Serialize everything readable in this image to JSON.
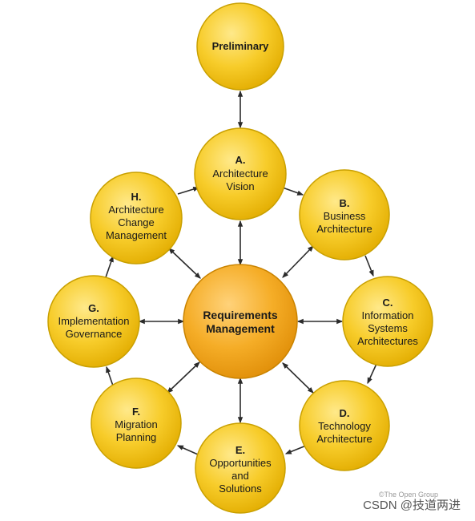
{
  "nodes": {
    "preliminary": {
      "title": "Preliminary"
    },
    "a": {
      "letter": "A.",
      "line1": "Architecture",
      "line2": "Vision"
    },
    "b": {
      "letter": "B.",
      "line1": "Business",
      "line2": "Architecture"
    },
    "c": {
      "letter": "C.",
      "line1": "Information",
      "line2": "Systems",
      "line3": "Architectures"
    },
    "d": {
      "letter": "D.",
      "line1": "Technology",
      "line2": "Architecture"
    },
    "e": {
      "letter": "E.",
      "line1": "Opportunities",
      "line2": "and",
      "line3": "Solutions"
    },
    "f": {
      "letter": "F.",
      "line1": "Migration",
      "line2": "Planning"
    },
    "g": {
      "letter": "G.",
      "line1": "Implementation",
      "line2": "Governance"
    },
    "h": {
      "letter": "H.",
      "line1": "Architecture",
      "line2": "Change",
      "line3": "Management"
    },
    "center": {
      "line1": "Requirements",
      "line2": "Management"
    }
  },
  "colors": {
    "node_fill": "#f7c928",
    "node_stroke": "#c9a000",
    "center_fill": "#f2a81c",
    "arrow": "#2b2b2b"
  },
  "watermark": {
    "main": "CSDN @技道两进",
    "faint": "©The Open Group"
  }
}
